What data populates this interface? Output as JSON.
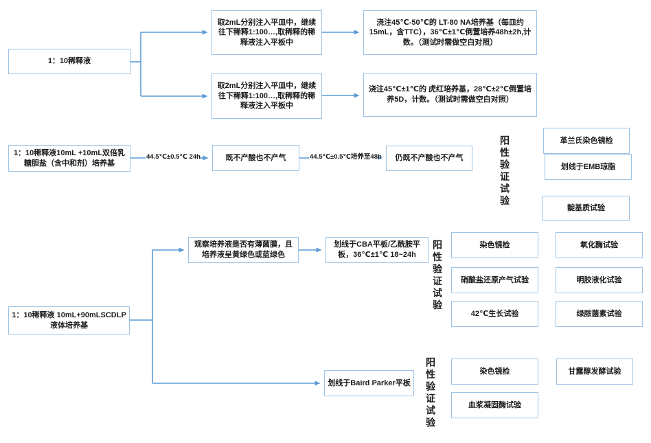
{
  "nodes": {
    "n1": "1：10稀释液",
    "n2": "取2mL分别注入平皿中，继续往下稀释1:100…,取稀释的稀释液注入平板中",
    "n3": "取2mL分别注入平皿中，继续往下稀释1:100…,取稀释的稀释液注入平板中",
    "n4": "浇注45℃-50℃的 LT-80 NA培养基（每皿约15mL，含TTC），36℃±1℃倒置培养48h±2h,计数。（测试时需做空白对照）",
    "n5": "浇注45℃±1℃的 虎红培养基，28℃±2℃倒置培养5D，计数。（测试时需做空白对照）",
    "n6": "1：10稀释液10mL +10mL双倍乳糖胆盐（含中和剂）培养基",
    "n7": "既不产酸也不产气",
    "n8": "仍既不产酸也不产气",
    "n9": "革兰氏染色镜检",
    "n10": "划线于EMB琼脂",
    "n11": "靛基质试验",
    "n12": "观察培养液是否有薄菌膜，且培养液呈黄绿色或蓝绿色",
    "n13": "1：10稀释液 10mL+90mLSCDLP液体培养基",
    "n14": "划线于CBA平板/乙酰胺平板，36℃±1℃ 18~24h",
    "n15": "染色镜检",
    "n16": "硝酸盐还原产气试验",
    "n17": "42℃生长试验",
    "n18": "氧化酶试验",
    "n19": "明胶液化试验",
    "n20": "绿脓菌素试验",
    "n21": "划线于Baird Parker平板",
    "n22": "染色镜检",
    "n23": "甘露醇发酵试验",
    "n24": "血浆凝固酶试验"
  },
  "edge_labels": {
    "e1": "44.5℃±0.5℃ 24h",
    "e2": "44.5℃±0.5℃培养至48h"
  },
  "vertical_labels": {
    "v1": "阳性验证试验",
    "v2": "阳性验证试验",
    "v3": "阳性验证试验"
  },
  "colors": {
    "box_border": "#9DC3E6",
    "connector": "#5B9BD5",
    "text": "#1C1C1C"
  }
}
